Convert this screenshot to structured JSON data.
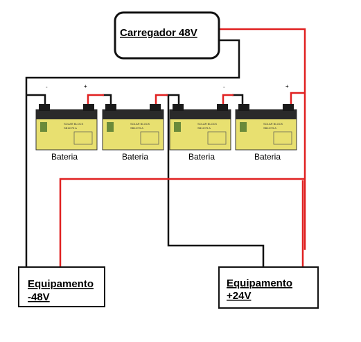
{
  "charger": {
    "label": "Carregador 48V"
  },
  "batteries": [
    {
      "label": "Bateria",
      "brand": "SOLAR BLOCK",
      "model": "SB12/75 A"
    },
    {
      "label": "Bateria",
      "brand": "SOLAR BLOCK",
      "model": "SB12/75 A"
    },
    {
      "label": "Bateria",
      "brand": "SOLAR BLOCK",
      "model": "SB12/75 A"
    },
    {
      "label": "Bateria",
      "brand": "SOLAR BLOCK",
      "model": "SB12/75 A"
    }
  ],
  "terminals": {
    "negative": "-",
    "positive": "+"
  },
  "equipment_48": {
    "line1": "Equipamento",
    "line2": "-48V"
  },
  "equipment_24": {
    "line1": "Equipamento",
    "line2": "+24V"
  },
  "colors": {
    "positive_wire": "#e02020",
    "negative_wire": "#111111",
    "battery_body": "#e8e070"
  }
}
